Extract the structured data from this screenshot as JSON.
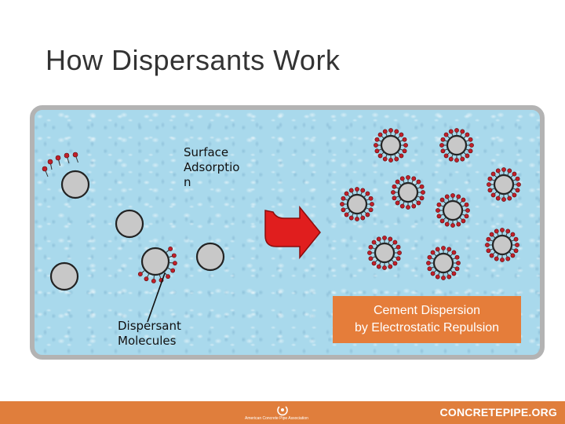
{
  "slide": {
    "title": "How Dispersants Work"
  },
  "diagram": {
    "surface_label": "Surface Adsorptio n",
    "surface_lines": [
      "Surface",
      "Adsorptio",
      "n"
    ],
    "dispersant_lines": [
      "Dispersant",
      "Molecules"
    ],
    "callout_lines": [
      "Cement Dispersion",
      "by Electrostatic Repulsion"
    ],
    "colors": {
      "water": "#a9d9ec",
      "frame": "#b3b3b3",
      "particle": "#c8c8c8",
      "particle_outline": "#222222",
      "molecule_head": "#c0202a",
      "arrow": "#e01e1e",
      "callout": "#e57d3a"
    }
  },
  "footer": {
    "association": "American Concrete Pipe Association",
    "site": "CONCRETEPIPE.ORG",
    "logo_icon": "acpa-logo-icon"
  }
}
